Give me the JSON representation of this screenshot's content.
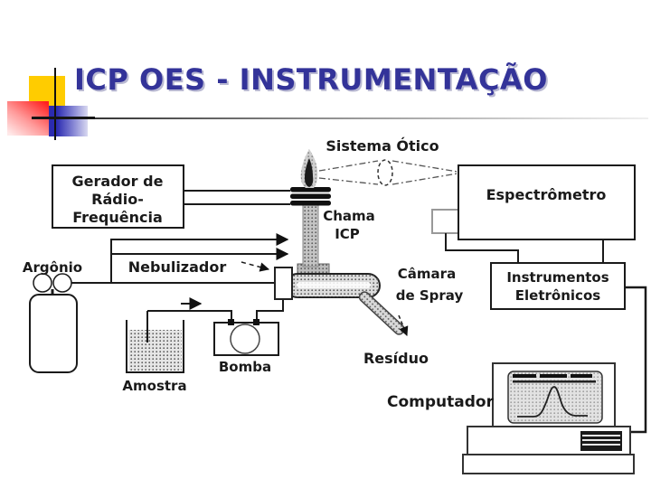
{
  "slide": {
    "title": "ICP OES - INSTRUMENTAÇÃO",
    "title_color": "#333399",
    "background_color": "#ffffff",
    "decoration_colors": {
      "yellow": "#ffcc00",
      "red": "#ff1f1f",
      "blue": "#2b2bb0"
    }
  },
  "diagram": {
    "labels": {
      "rf_generator_line1": "Gerador de",
      "rf_generator_line2": "Rádio-",
      "rf_generator_line3": "Frequência",
      "optical_system": "Sistema Ótico",
      "spectrometer": "Espectrômetro",
      "flame_line1": "Chama",
      "flame_line2": "ICP",
      "argon": "Argônio",
      "nebulizer": "Nebulizador",
      "spray_chamber_line1": "Câmara",
      "spray_chamber_line2": "de Spray",
      "electronics_line1": "Instrumentos",
      "electronics_line2": "Eletrônicos",
      "sample": "Amostra",
      "pump": "Bomba",
      "waste": "Resíduo",
      "computer": "Computador"
    }
  }
}
